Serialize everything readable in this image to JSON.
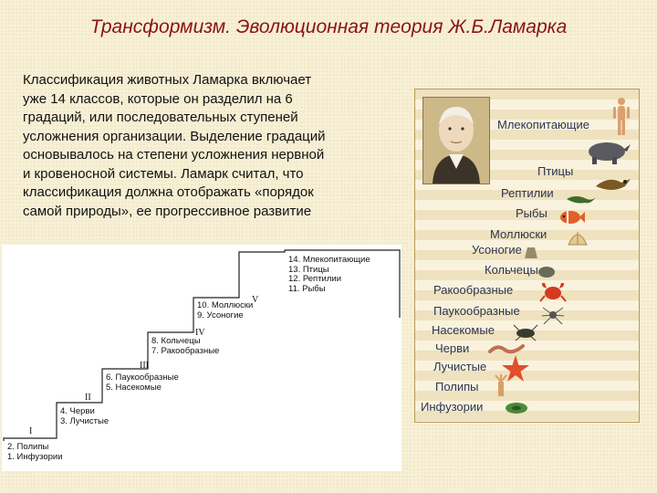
{
  "title": "Трансформизм. Эволюционная теория Ж.Б.Ламарка",
  "intro": {
    "lines": [
      "Классификация животных Ламарка включает",
      "уже 14 классов, которые он разделил на 6",
      "градаций, или последовательных ступеней",
      "усложнения организации. Выделение градаций",
      "основывалось на степени усложнения нервной",
      "и кровеносной системы.  Ламарк считал, что",
      "классификация должна отображать «порядок",
      "самой природы», ее прогрессивное развитие"
    ]
  },
  "staircase": {
    "gradations": [
      "I",
      "II",
      "III",
      "IV",
      "V"
    ],
    "levels": [
      [
        "2. Полипы",
        "1. Инфузории"
      ],
      [
        "4. Черви",
        "3. Лучистые"
      ],
      [
        "6. Паукообразные",
        "5. Насекомые"
      ],
      [
        "8. Кольчецы",
        "7. Ракообразные"
      ],
      [
        "10. Моллюски",
        "9. Усоногие"
      ],
      [
        "14. Млекопитающие",
        "13. Птицы",
        "12. Рептилии",
        "11. Рыбы"
      ]
    ]
  },
  "panel": {
    "labels": [
      "Млекопитающие",
      "Птицы",
      "Рептилии",
      "Рыбы",
      "Моллюски",
      "Усоногие",
      "Кольчецы",
      "Ракообразные",
      "Паукообразные",
      "Насекомые",
      "Черви",
      "Лучистые",
      "Полипы",
      "Инфузории"
    ]
  }
}
